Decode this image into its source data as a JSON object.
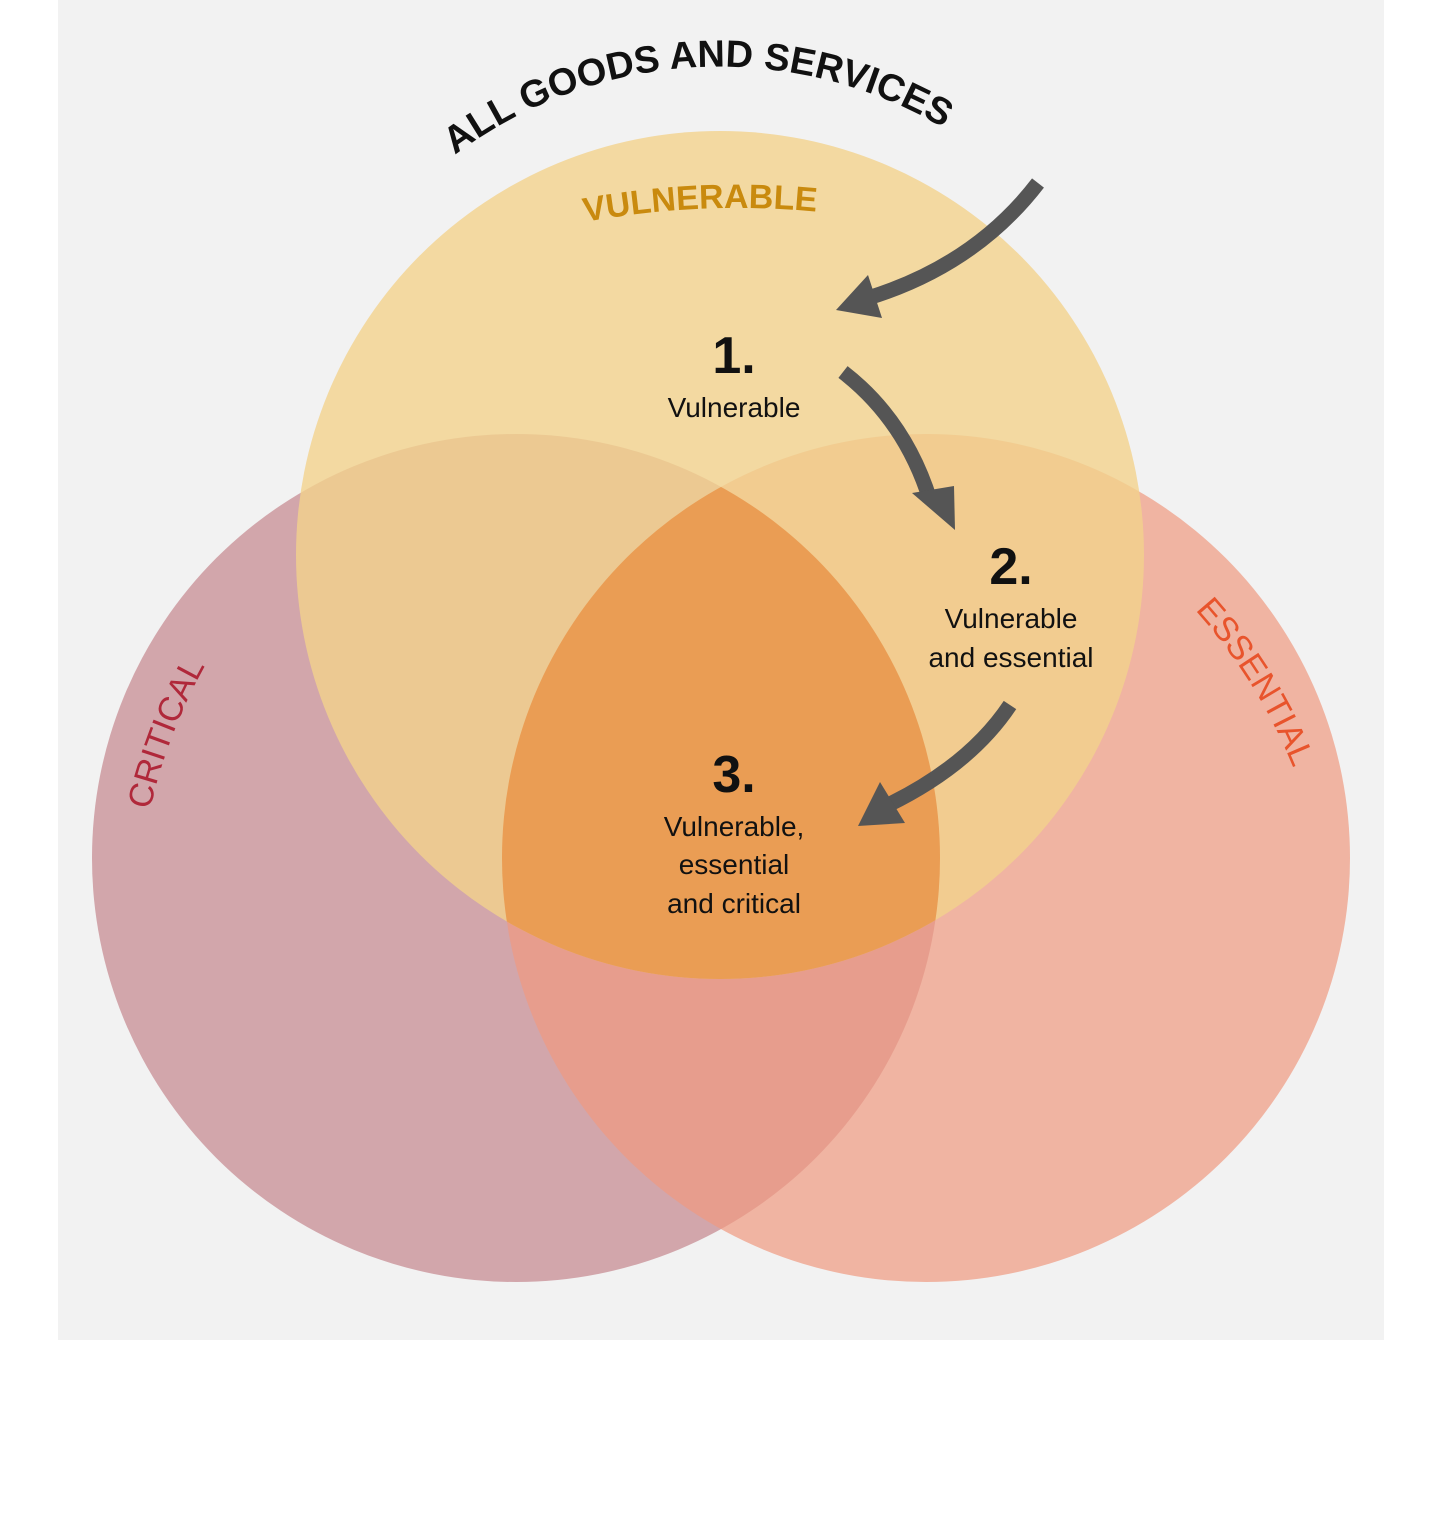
{
  "title": "ALL GOODS AND SERVICES",
  "sets": {
    "vulnerable": {
      "label": "VULNERABLE",
      "color": "#f2d28c",
      "label_color": "#c98a0e"
    },
    "critical": {
      "label": "CRITICAL",
      "color": "#c07c84",
      "label_color": "#b0283a"
    },
    "essential": {
      "label": "ESSENTIAL",
      "color": "#f09a80",
      "label_color": "#e8542c"
    }
  },
  "overlap_color": "#e9984e",
  "arrow_color": "#555555",
  "steps": [
    {
      "number": "1.",
      "lines": [
        "Vulnerable"
      ]
    },
    {
      "number": "2.",
      "lines": [
        "Vulnerable",
        "and essential"
      ]
    },
    {
      "number": "3.",
      "lines": [
        "Vulnerable,",
        "essential",
        "and critical"
      ]
    }
  ]
}
